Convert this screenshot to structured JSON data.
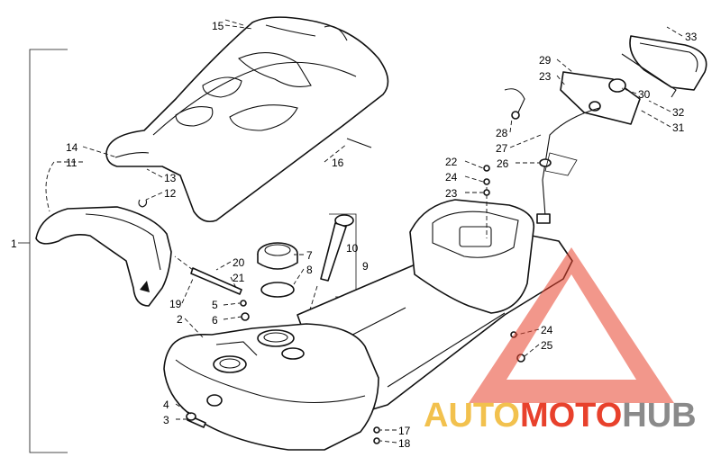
{
  "callouts": [
    "1",
    "2",
    "3",
    "4",
    "5",
    "6",
    "7",
    "8",
    "9",
    "10",
    "11",
    "12",
    "13",
    "14",
    "15",
    "16",
    "17",
    "18",
    "19",
    "20",
    "21",
    "22",
    "23",
    "23",
    "24",
    "24",
    "25",
    "26",
    "27",
    "28",
    "29",
    "30",
    "31",
    "32",
    "33"
  ],
  "watermark": {
    "prefix": "AUTO",
    "middle": "MOTO",
    "suffix": "HUB",
    "colors": {
      "triangle": "#e8412c",
      "prefix": "#f2c14e",
      "middle": "#e8412c",
      "suffix": "#8a8a8a"
    }
  }
}
